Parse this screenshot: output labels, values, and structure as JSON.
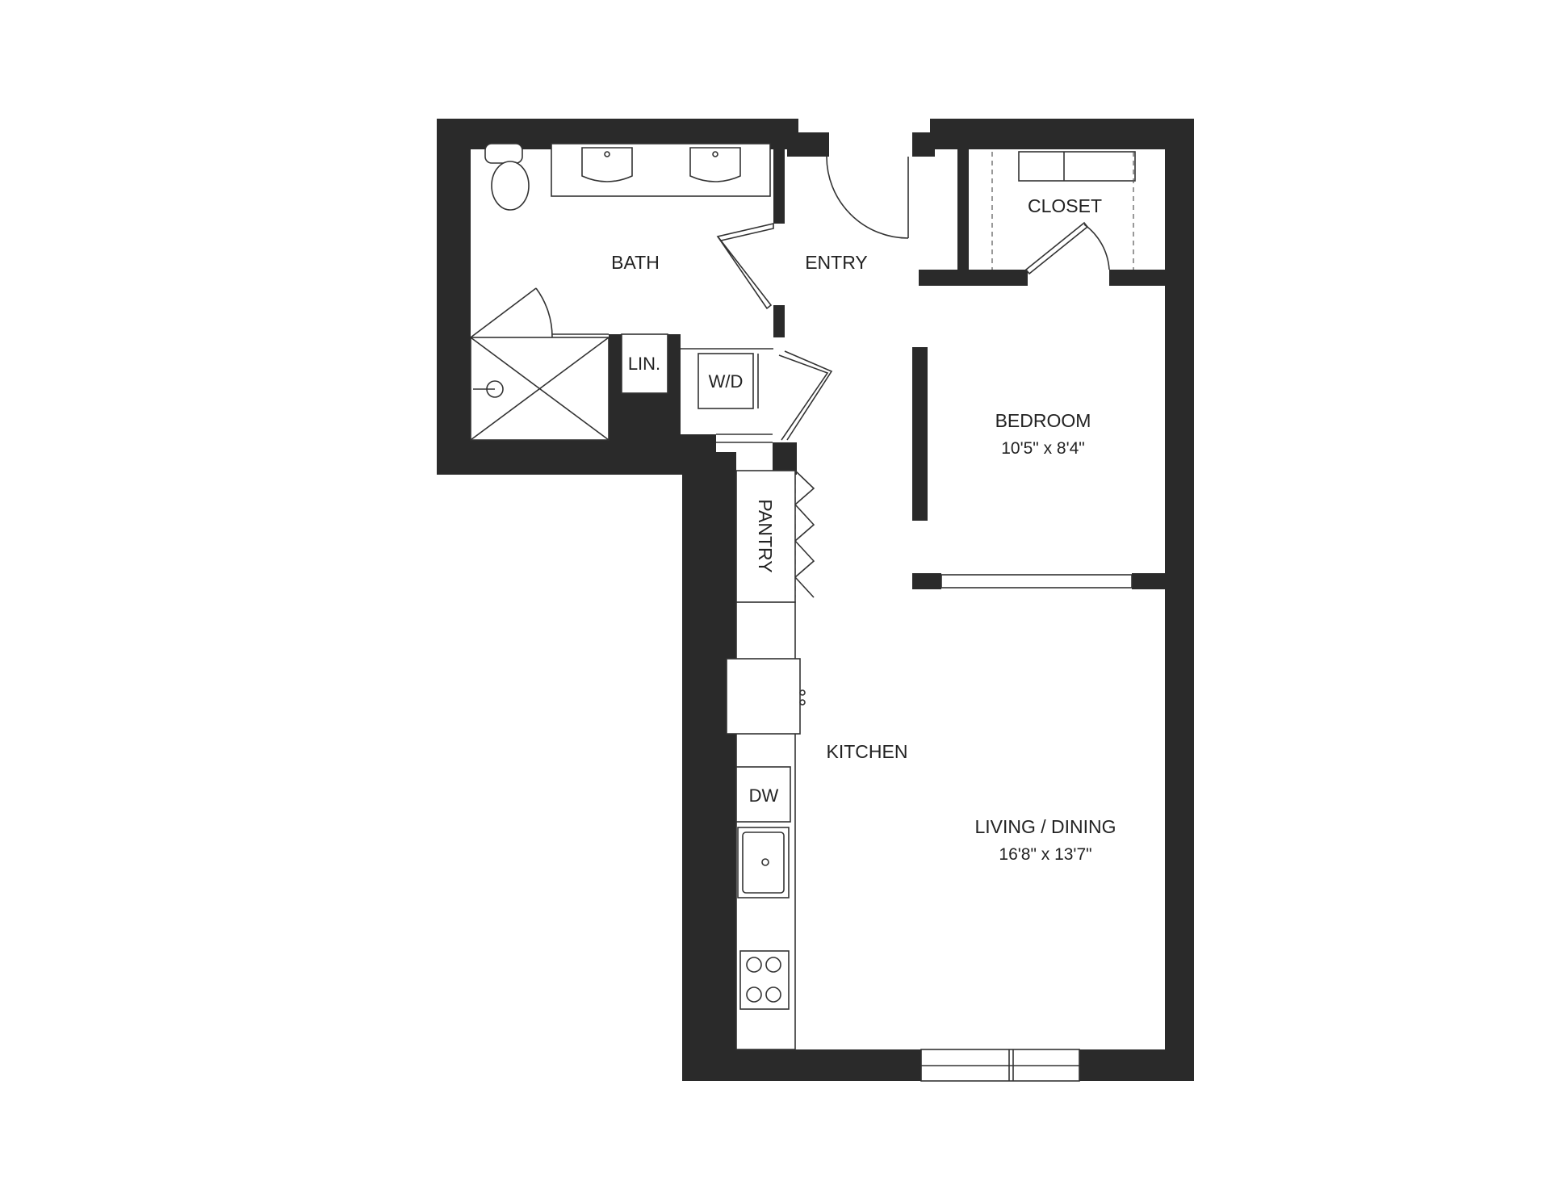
{
  "colors": {
    "wall": "#2a2a2a",
    "fixture_line": "#333333",
    "background": "#ffffff"
  },
  "rooms": {
    "bath": {
      "label": "BATH"
    },
    "entry": {
      "label": "ENTRY"
    },
    "closet": {
      "label": "CLOSET"
    },
    "linen": {
      "label": "LIN."
    },
    "washer_dryer": {
      "label": "W/D"
    },
    "bedroom": {
      "label": "BEDROOM",
      "dimensions": "10'5\" x 8'4\""
    },
    "pantry": {
      "label": "PANTRY"
    },
    "kitchen": {
      "label": "KITCHEN"
    },
    "dishwasher": {
      "label": "DW"
    },
    "living_dining": {
      "label": "LIVING / DINING",
      "dimensions": "16'8\" x 13'7\""
    }
  }
}
